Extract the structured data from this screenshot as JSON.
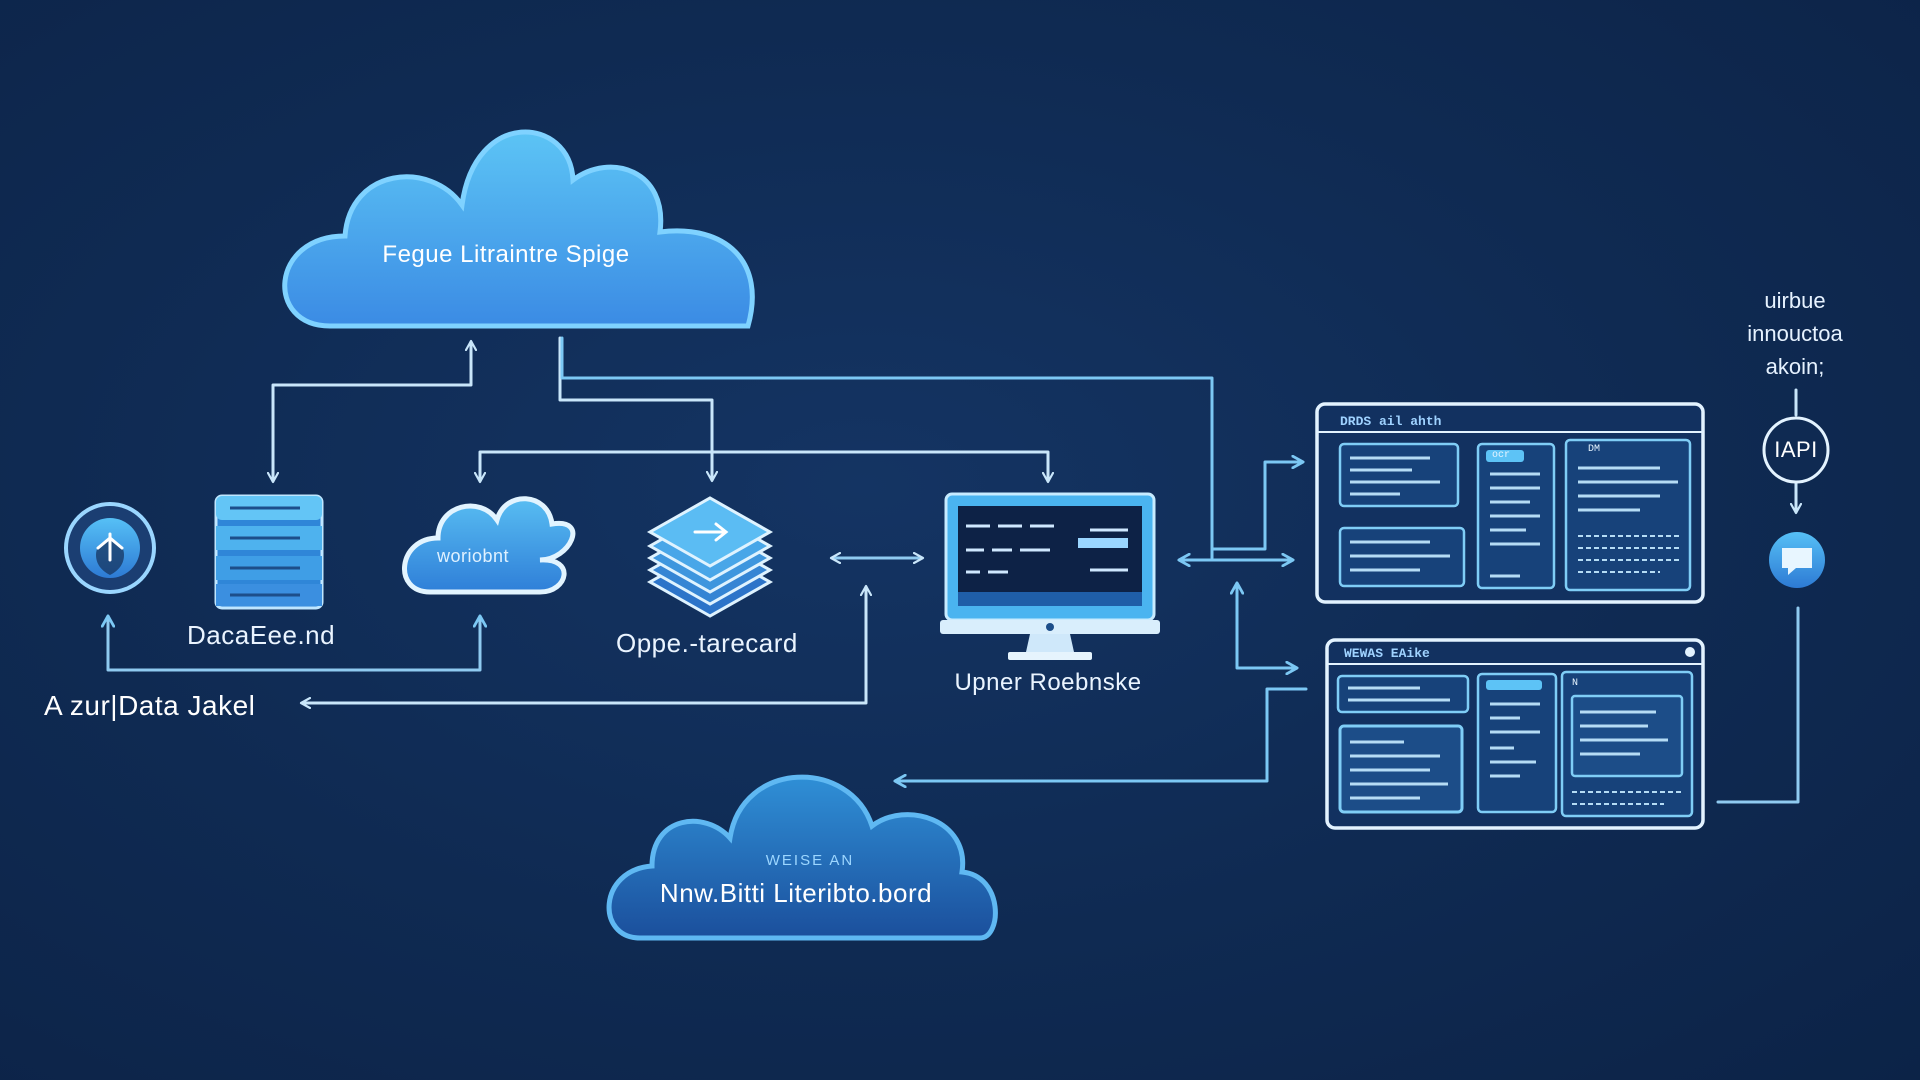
{
  "colors": {
    "background": "#0f2a52",
    "line": "#8fcaf0",
    "accent": "#4fb6f2",
    "cloud_top": "#5cc4f5",
    "cloud_bottom": "#3d8de6"
  },
  "cloud_top": {
    "label": "Fegue Litraintre Spige"
  },
  "cloud_small": {
    "label": "woriobnt"
  },
  "cloud_bottom": {
    "subtitle": "WEISE AN",
    "label": "Nnw.Bitti Literibto.bord"
  },
  "nodes": {
    "badge": {
      "icon": "app-badge-icon"
    },
    "database": {
      "label": "DacaEee.nd",
      "icon": "database-server-icon"
    },
    "stack": {
      "label": "Oppe.-tarecard",
      "icon": "layer-stack-icon"
    },
    "monitor": {
      "label": "Upner Roebnske",
      "icon": "monitor-icon"
    },
    "data_lake": {
      "label": "A zur|Data Jakel"
    }
  },
  "api": {
    "note_lines": [
      "uirbue",
      "innouctoa",
      "akoin;"
    ],
    "badge_label": "IAPI",
    "chat_icon": "chat-bubble-icon"
  },
  "dashboards": [
    {
      "title": "DRDS ail  ahth",
      "panel_tags": [
        "ocr",
        "DM"
      ]
    },
    {
      "title": "WEWAS EAike",
      "panel_tags": [
        "",
        "N"
      ]
    }
  ]
}
